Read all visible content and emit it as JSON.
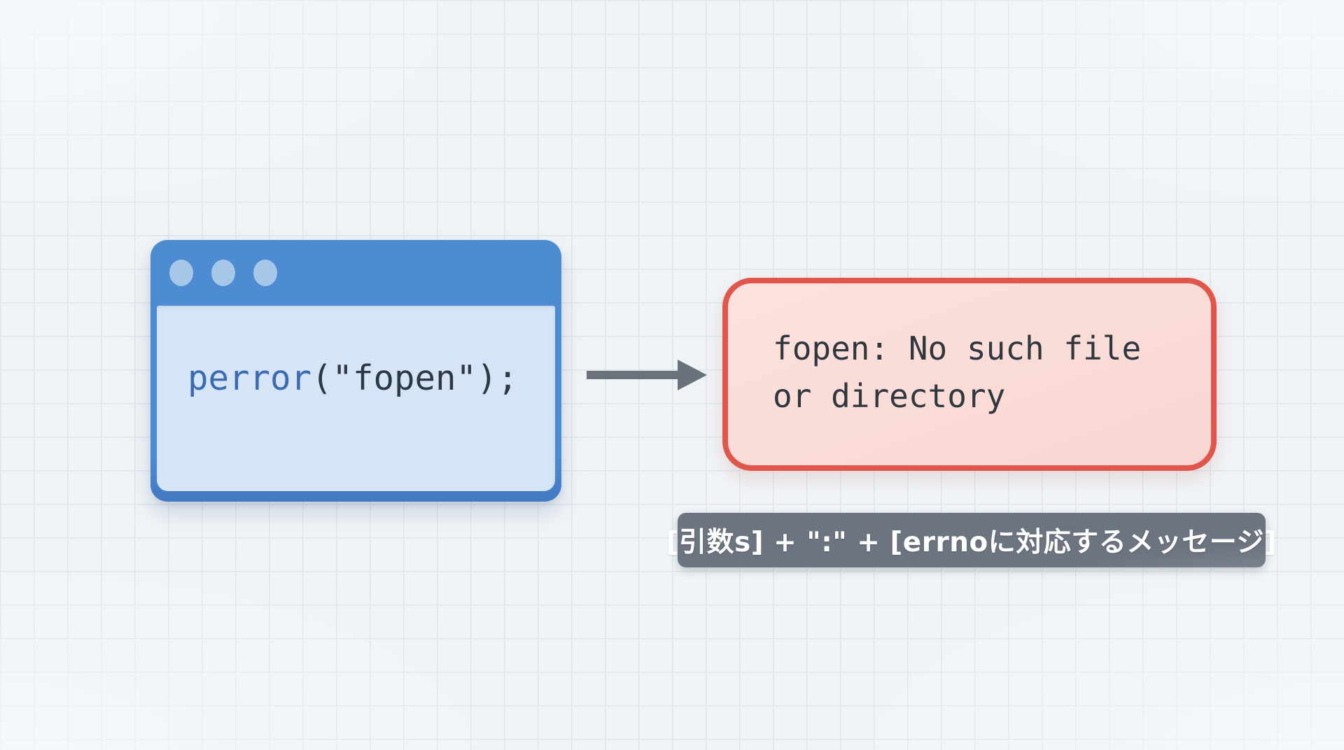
{
  "colors": {
    "bg": "#f0f4f7",
    "grid": "#dfe5eb",
    "titlebar": "#4d8bd3",
    "titlebar-dark": "#4279c1",
    "window-dot": "#a7c7e8",
    "window-body": "#d6e5f5",
    "code-keyword": "#3a6bb1",
    "code-text": "#2d3846",
    "arrow": "#6a737c",
    "error-border": "#e0564a",
    "error-fill": "#fadbd6",
    "error-text": "#30373f",
    "caption-bg": "#6c7480",
    "caption-text": "#ffffff"
  },
  "code_window": {
    "code_function": "perror",
    "code_rest": "(\"fopen\");"
  },
  "error_box": {
    "line1": "fopen: No such file",
    "line2": "or directory"
  },
  "caption": {
    "text": "[引数s] + \":\" + [errnoに対応するメッセージ]"
  }
}
